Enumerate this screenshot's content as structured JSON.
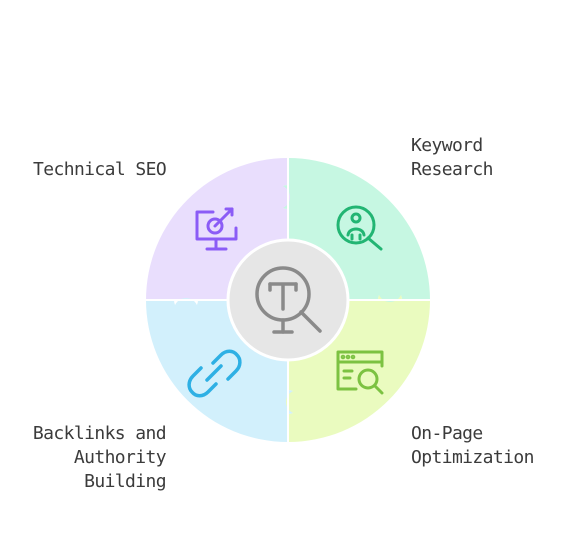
{
  "segments": [
    {
      "id": "technical-seo",
      "label": "Technical SEO",
      "icon": "monitor-target-icon",
      "color": "#e9defd",
      "icon_color": "#8b5cf6"
    },
    {
      "id": "keyword-research",
      "label": "Keyword\nResearch",
      "icon": "search-person-icon",
      "color": "#c6f7e2",
      "icon_color": "#22b573"
    },
    {
      "id": "on-page-optimization",
      "label": "On-Page\nOptimization",
      "icon": "browser-search-icon",
      "color": "#eafbbf",
      "icon_color": "#7cc242"
    },
    {
      "id": "backlinks-authority",
      "label": "Backlinks and\nAuthority\nBuilding",
      "icon": "link-icon",
      "color": "#d2f0fc",
      "icon_color": "#2eb0e4"
    }
  ],
  "center": {
    "icon": "magnifier-t-icon",
    "color": "#e6e6e6",
    "icon_color": "#8a8a8a"
  }
}
